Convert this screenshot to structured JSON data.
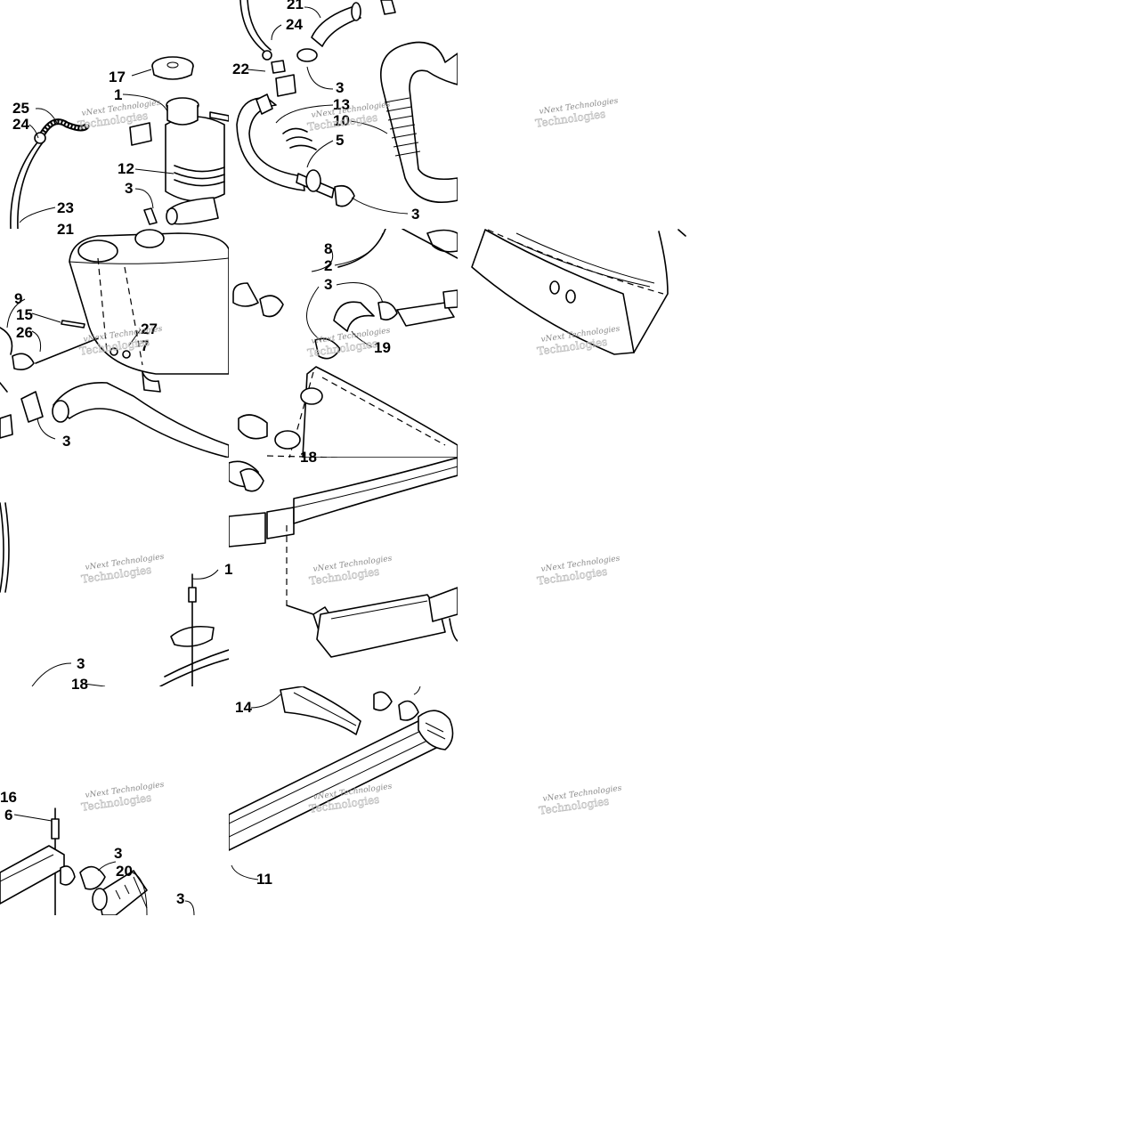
{
  "callouts": [
    {
      "id": "c25",
      "text": "25"
    },
    {
      "id": "c24a",
      "text": "24"
    },
    {
      "id": "c17",
      "text": "17"
    },
    {
      "id": "c1",
      "text": "1"
    },
    {
      "id": "c12",
      "text": "12"
    },
    {
      "id": "c3a",
      "text": "3"
    },
    {
      "id": "c23",
      "text": "23"
    },
    {
      "id": "c21a",
      "text": "21"
    },
    {
      "id": "c21b",
      "text": "21"
    },
    {
      "id": "c24b",
      "text": "24"
    },
    {
      "id": "c22",
      "text": "22"
    },
    {
      "id": "c3b",
      "text": "3"
    },
    {
      "id": "c13",
      "text": "13"
    },
    {
      "id": "c10",
      "text": "10"
    },
    {
      "id": "c5",
      "text": "5"
    },
    {
      "id": "c3c",
      "text": "3"
    },
    {
      "id": "c8",
      "text": "8"
    },
    {
      "id": "c2",
      "text": "2"
    },
    {
      "id": "c3d",
      "text": "3"
    },
    {
      "id": "c19",
      "text": "19"
    },
    {
      "id": "c9",
      "text": "9"
    },
    {
      "id": "c15",
      "text": "15"
    },
    {
      "id": "c26",
      "text": "26"
    },
    {
      "id": "c27",
      "text": "27"
    },
    {
      "id": "c7",
      "text": "7"
    },
    {
      "id": "c3e",
      "text": "3"
    },
    {
      "id": "c18b",
      "text": "18"
    },
    {
      "id": "c1b",
      "text": "1"
    },
    {
      "id": "c3f",
      "text": "3"
    },
    {
      "id": "c18",
      "text": "18"
    },
    {
      "id": "c14",
      "text": "14"
    },
    {
      "id": "c16",
      "text": "16"
    },
    {
      "id": "c6",
      "text": "6"
    },
    {
      "id": "c3g",
      "text": "3"
    },
    {
      "id": "c20",
      "text": "20"
    },
    {
      "id": "c3h",
      "text": "3"
    },
    {
      "id": "c11",
      "text": "11"
    }
  ],
  "watermark": {
    "line1": "vNext Technologies",
    "line2": "Technologies"
  },
  "colors": {
    "ink": "#000000",
    "watermark": "#8a8a8a",
    "background": "#ffffff"
  }
}
